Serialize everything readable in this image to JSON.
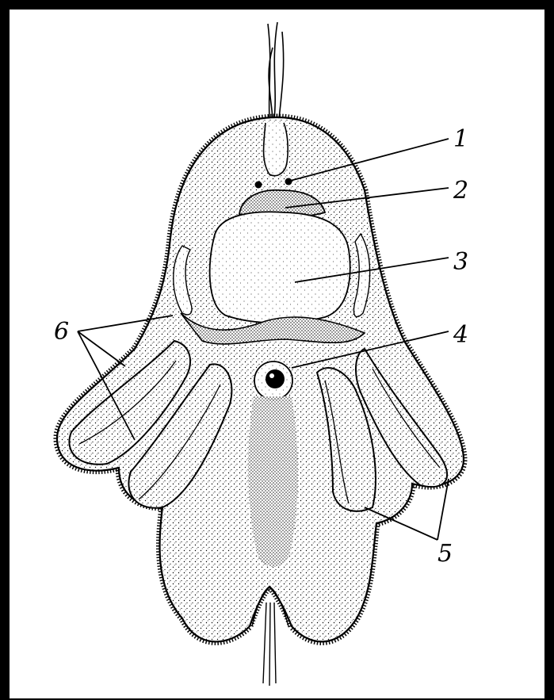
{
  "labels": {
    "l1": "1",
    "l2": "2",
    "l3": "3",
    "l4": "4",
    "l5": "5",
    "l6": "6"
  },
  "colors": {
    "ink": "#000000",
    "paper": "#ffffff",
    "frame": "#000000"
  }
}
